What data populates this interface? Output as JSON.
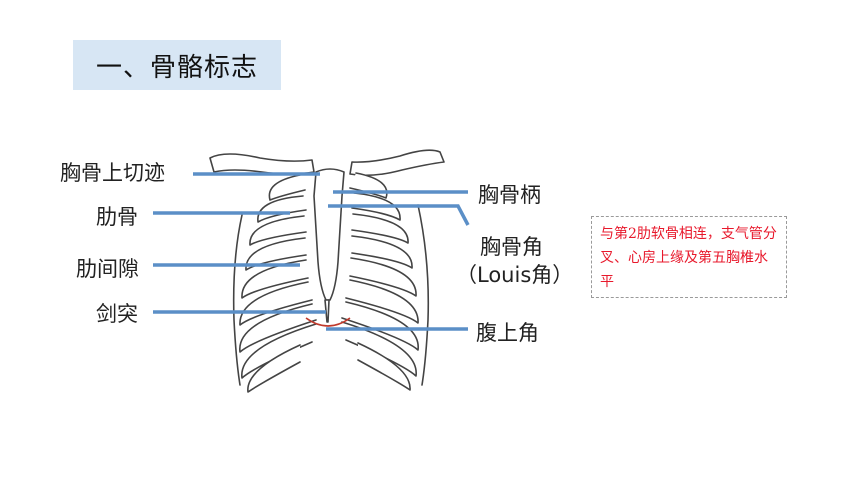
{
  "title": "一、骨骼标志",
  "labels": {
    "sternal_notch": "胸骨上切迹",
    "rib": "肋骨",
    "intercostal": "肋间隙",
    "xiphoid": "剑突",
    "manubrium": "胸骨柄",
    "sternal_angle": "胸骨角",
    "louis_angle": "（Louis角）",
    "epigastric_angle": "腹上角"
  },
  "note": "与第2肋软骨相连，支气管分叉、心房上缘及第五胸椎水平",
  "colors": {
    "leader": "#5b8fc7",
    "note_text": "#e8192c",
    "title_bg": "#d7e6f4",
    "angle_arc": "#c0392b"
  }
}
